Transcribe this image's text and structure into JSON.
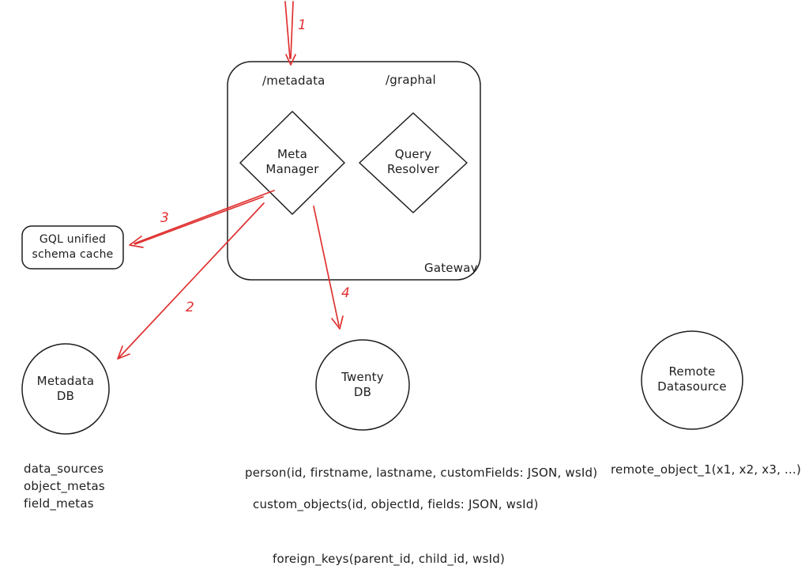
{
  "diagram": {
    "colors": {
      "stroke": "#1e1e1e",
      "arrow": "#e03131"
    },
    "gateway": {
      "label": "Gateway",
      "endpoints": {
        "metadata": "/metadata",
        "graphql": "/graphal"
      },
      "nodes": {
        "meta_manager": {
          "line1": "Meta",
          "line2": "Manager"
        },
        "query_resolver": {
          "line1": "Query",
          "line2": "Resolver"
        }
      }
    },
    "cache": {
      "line1": "GQL unified",
      "line2": "schema cache"
    },
    "metadata_db": {
      "line1": "Metadata",
      "line2": "DB",
      "tables": [
        "data_sources",
        "object_metas",
        "field_metas"
      ]
    },
    "twenty_db": {
      "line1": "Twenty",
      "line2": "DB",
      "table_person": "person(id, firstname, lastname, customFields: JSON, wsId)",
      "table_custom_objects": "custom_objects(id, objectId, fields: JSON, wsId)",
      "table_foreign_keys": "foreign_keys(parent_id, child_id, wsId)"
    },
    "remote": {
      "line1": "Remote",
      "line2": "Datasource",
      "table": "remote_object_1(x1, x2, x3, ...)"
    },
    "arrows": {
      "a1": "1",
      "a2": "2",
      "a3": "3",
      "a4": "4"
    }
  }
}
